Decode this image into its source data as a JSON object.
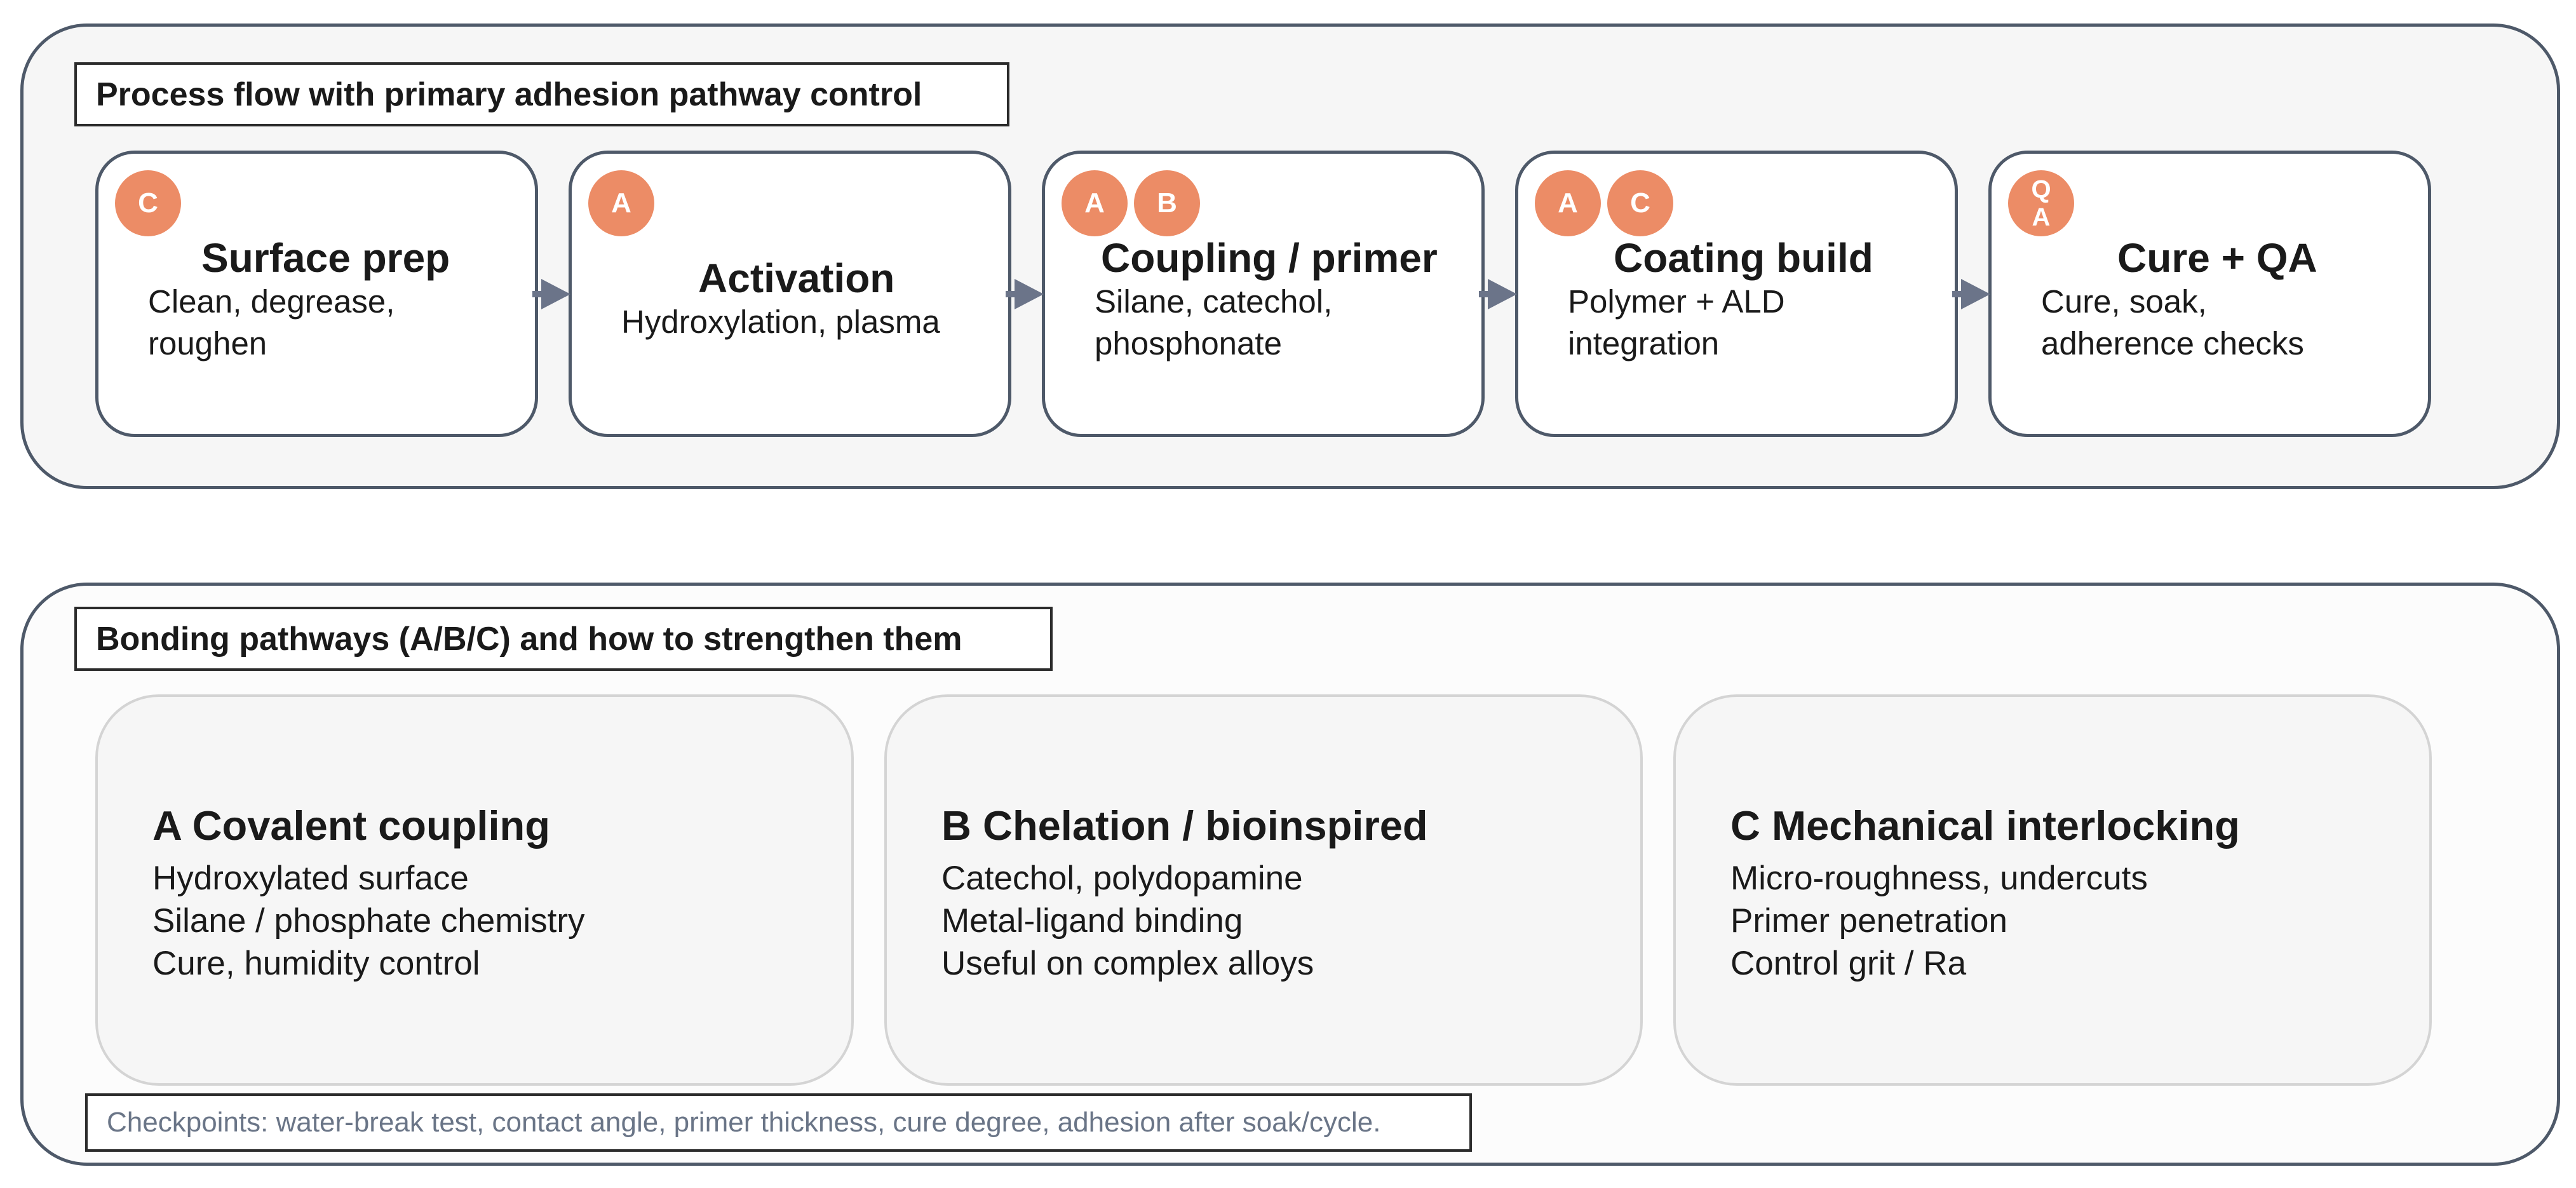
{
  "process": {
    "title": "Process flow with primary adhesion pathway control",
    "steps": [
      {
        "title": "Surface prep",
        "desc": [
          "Clean, degrease,",
          "roughen"
        ],
        "badges": [
          "C"
        ]
      },
      {
        "title": "Activation",
        "desc": [
          "Hydroxylation, plasma"
        ],
        "badges": [
          "A"
        ]
      },
      {
        "title": "Coupling / primer",
        "desc": [
          "Silane, catechol,",
          "phosphonate"
        ],
        "badges": [
          "A",
          "B"
        ]
      },
      {
        "title": "Coating build",
        "desc": [
          "Polymer + ALD",
          "integration"
        ],
        "badges": [
          "A",
          "C"
        ]
      },
      {
        "title": "Cure + QA",
        "desc": [
          "Cure, soak,",
          "adherence checks"
        ],
        "badges": [
          "Q",
          "A"
        ]
      }
    ]
  },
  "pathways": {
    "title": "Bonding pathways (A/B/C) and how to strengthen them",
    "cards": [
      {
        "title": "A  Covalent coupling",
        "lines": [
          "Hydroxylated surface",
          "Silane / phosphate chemistry",
          "Cure, humidity control"
        ]
      },
      {
        "title": "B  Chelation / bioinspired",
        "lines": [
          "Catechol, polydopamine",
          "Metal-ligand binding",
          "Useful on complex alloys"
        ]
      },
      {
        "title": "C  Mechanical interlocking",
        "lines": [
          "Micro-roughness, undercuts",
          "Primer penetration",
          "Control grit / Ra"
        ]
      }
    ],
    "checkpoints": "Checkpoints: water-break test, contact angle, primer thickness, cure degree, adhesion after soak/cycle."
  },
  "colors": {
    "badge": "#ec8c66",
    "border": "#4e5969",
    "arrow": "#6b7489",
    "checkpoint_text": "#6a7587"
  }
}
